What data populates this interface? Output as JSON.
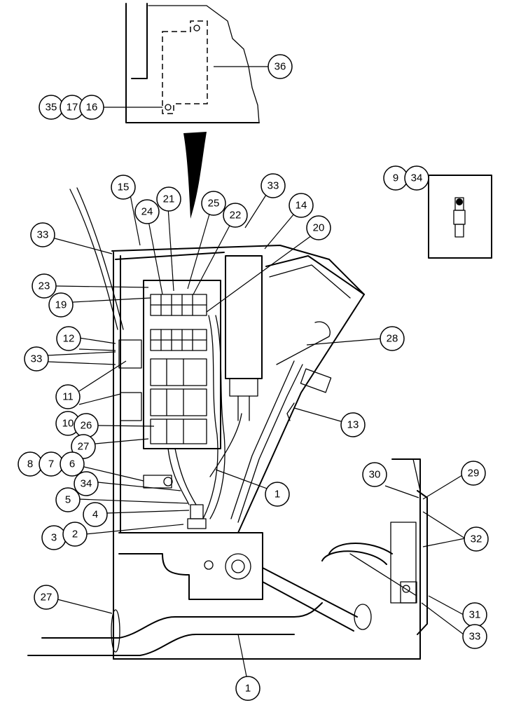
{
  "callouts": {
    "c36": "36",
    "c35": "35",
    "c17": "17",
    "c16": "16",
    "c9": "9",
    "c34a": "34",
    "c15": "15",
    "c21": "21",
    "c24": "24",
    "c25": "25",
    "c22": "22",
    "c33a": "33",
    "c14": "14",
    "c20": "20",
    "c33b": "33",
    "c23": "23",
    "c19": "19",
    "c12": "12",
    "c33c": "33",
    "c11": "11",
    "c10": "10",
    "c28": "28",
    "c13": "13",
    "c26": "26",
    "c27a": "27",
    "c8": "8",
    "c7": "7",
    "c6": "6",
    "c34b": "34",
    "c5": "5",
    "c4": "4",
    "c3": "3",
    "c2": "2",
    "c1a": "1",
    "c30": "30",
    "c29": "29",
    "c32": "32",
    "c31": "31",
    "c33d": "33",
    "c27b": "27",
    "c1b": "1"
  }
}
